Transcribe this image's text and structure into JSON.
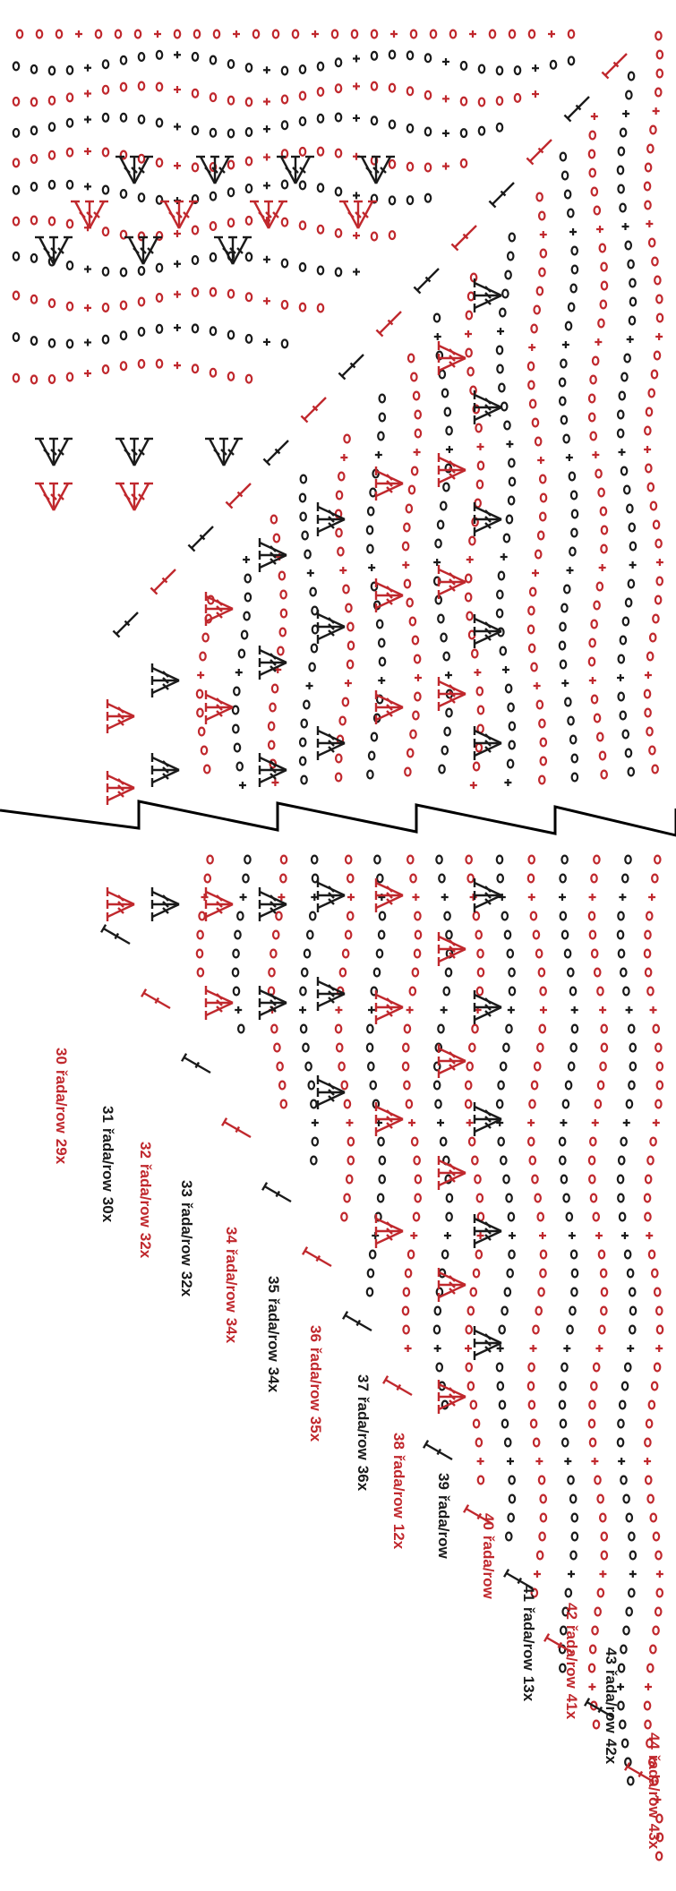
{
  "colors": {
    "red": "#c0282d",
    "black": "#1a1a1a",
    "background": "#ffffff"
  },
  "row_labels": [
    {
      "row": "30",
      "text": "řada/row",
      "repeat": "29x",
      "color": "red"
    },
    {
      "row": "31",
      "text": "řada/row",
      "repeat": "30x",
      "color": "black"
    },
    {
      "row": "32",
      "text": "řada/row",
      "repeat": "32x",
      "color": "red"
    },
    {
      "row": "33",
      "text": "řada/row",
      "repeat": "32x",
      "color": "black"
    },
    {
      "row": "34",
      "text": "řada/row",
      "repeat": "34x",
      "color": "red"
    },
    {
      "row": "35",
      "text": "řada/row",
      "repeat": "34x",
      "color": "black"
    },
    {
      "row": "36",
      "text": "řada/row",
      "repeat": "35x",
      "color": "red"
    },
    {
      "row": "37",
      "text": "řada/row",
      "repeat": "36x",
      "color": "black"
    },
    {
      "row": "38",
      "text": "řada/row",
      "repeat": "12x",
      "color": "red"
    },
    {
      "row": "39",
      "text": "řada/row",
      "repeat": "",
      "color": "black"
    },
    {
      "row": "40",
      "text": "řada/row",
      "repeat": "",
      "color": "red"
    },
    {
      "row": "41",
      "text": "řada/row",
      "repeat": "13x",
      "color": "black"
    },
    {
      "row": "42",
      "text": "řada/row",
      "repeat": "41x",
      "color": "red"
    },
    {
      "row": "43",
      "text": "řada/row",
      "repeat": "42x",
      "color": "black"
    },
    {
      "row": "44",
      "text": "řada/row",
      "repeat": "43x",
      "color": "red"
    }
  ],
  "symbols": [
    "chain-stitch",
    "single-crochet",
    "double-crochet-cluster",
    "slip-stitch"
  ]
}
